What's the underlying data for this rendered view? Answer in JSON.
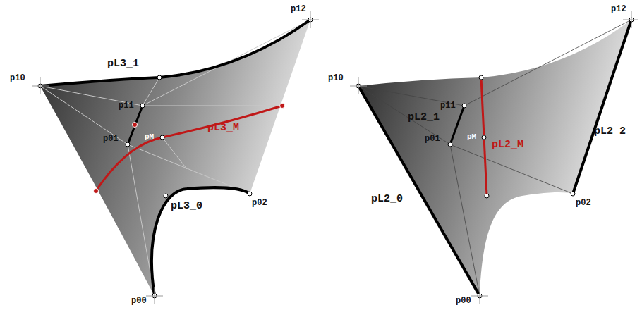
{
  "diagram": {
    "labels": [
      "p12",
      "pL3_1",
      "p10",
      "p11",
      "p01",
      "pM",
      "pL3_M",
      "pL3_0",
      "p02",
      "p00",
      "p12",
      "p10",
      "p11",
      "pL2_1",
      "p01",
      "pM",
      "pL2_M",
      "pL2_2",
      "pL2_0",
      "p02",
      "p00"
    ]
  }
}
